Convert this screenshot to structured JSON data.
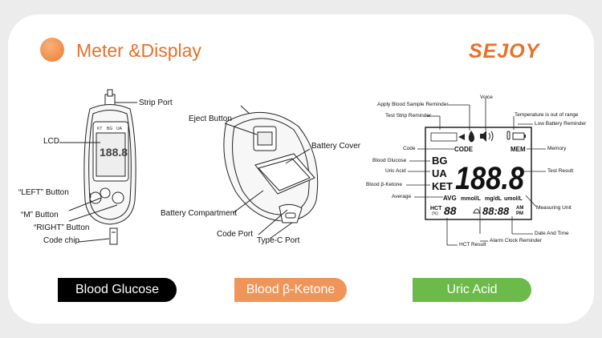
{
  "header": {
    "title": "Meter &Display",
    "brand": "SEJOY"
  },
  "meter_labels": {
    "strip_port": "Strip Port",
    "lcd": "LCD",
    "left_button": "“LEFT” Button",
    "m_button": "“M” Button",
    "right_button": "“RIGHT” Button",
    "code_chip": "Code chip",
    "screen_tabs": [
      "KT",
      "BG",
      "UA"
    ]
  },
  "back_labels": {
    "eject_button": "Eject Button",
    "battery_cover": "Battery Cover",
    "battery_compartment": "Battery Compartment",
    "code_port": "Code Port",
    "typec_port": "Type-C Port"
  },
  "display_labels": {
    "voice": "Voice",
    "apply_blood": "Apply Blood Sample Reminder",
    "test_strip": "Test Strip Reminder",
    "temperature": "Temperature is out of range",
    "low_battery": "Low Battery Reminder",
    "code": "Code",
    "memory": "Memory",
    "blood_glucose": "Blood Glucose",
    "uric_acid": "Uric Acid",
    "blood_ketone": "Blood β-Ketone",
    "test_result": "Test Result",
    "average": "Average",
    "measuring_unit": "Measuring Unit",
    "date_time": "Date And Time",
    "alarm_clock": "Alarm Clock Reminder",
    "hct_result": "HCT Result"
  },
  "lcd_screen": {
    "code": "CODE",
    "mem": "MEM",
    "bg": "BG",
    "ua": "UA",
    "ket": "KET",
    "avg": "AVG",
    "digits": "188.8",
    "unit1": "mmol/L",
    "unit2": "mg/dL",
    "unit3": "umol/L",
    "hct": "HCT",
    "hct_pct": "(%)",
    "hct_digits": "88",
    "time": "88:88",
    "am": "AM",
    "pm": "PM"
  },
  "buttons": {
    "glucose": "Blood Glucose",
    "ketone": "Blood β-Ketone",
    "uric": "Uric Acid"
  }
}
